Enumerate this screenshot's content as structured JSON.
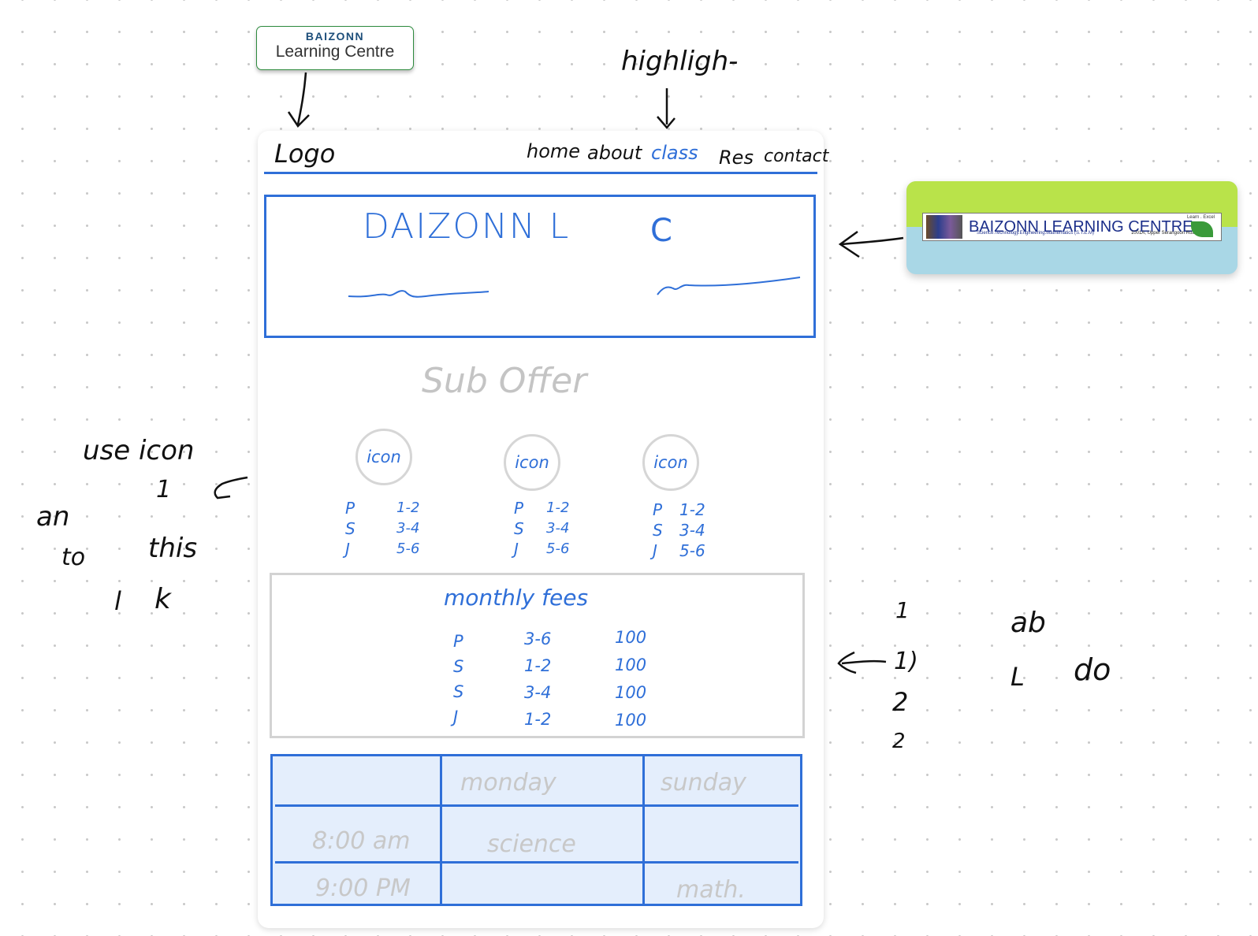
{
  "logo_card": {
    "brand": "BAIZONN",
    "subtitle": "Learning Centre"
  },
  "annotations": {
    "top_note": "highligh-",
    "logo_label": "Logo",
    "left_note": [
      "use icon",
      "an",
      "1",
      "to",
      "this",
      "l",
      "k"
    ],
    "right_note_numbers": [
      "1",
      "1)",
      "2",
      "2"
    ],
    "right_note_words": [
      "ab",
      "L",
      "do"
    ]
  },
  "nav": {
    "items": [
      "home",
      "about",
      "class",
      "Res",
      "contact"
    ],
    "highlighted": "class",
    "highlight_color": "#2f6fd8"
  },
  "hero": {
    "title": "DAIZONN L",
    "title_c": "C"
  },
  "banner_card": {
    "text": "BAIZONN LEARNING CENTRE",
    "small": "Science.Technology.Engineering.Mathematics (S.T.E.M)",
    "address": "1001A, Upper Serangoon Road",
    "tag": "Learn . Excel"
  },
  "sub_offer": {
    "title": "Sub Offer",
    "items": [
      {
        "icon_label": "icon",
        "rows": [
          [
            "P",
            "1-2"
          ],
          [
            "S",
            "3-4"
          ],
          [
            "J",
            "5-6"
          ]
        ]
      },
      {
        "icon_label": "icon",
        "rows": [
          [
            "P",
            "1-2"
          ],
          [
            "S",
            "3-4"
          ],
          [
            "J",
            "5-6"
          ]
        ]
      },
      {
        "icon_label": "icon",
        "rows": [
          [
            "P",
            "1-2"
          ],
          [
            "S",
            "3-4"
          ],
          [
            "J",
            "5-6"
          ]
        ]
      }
    ]
  },
  "fees": {
    "title": "monthly fees",
    "rows": [
      [
        "P",
        "3-6",
        "100"
      ],
      [
        "S",
        "1-2",
        "100"
      ],
      [
        "S",
        "3-4",
        "100"
      ],
      [
        "J",
        "1-2",
        "100"
      ]
    ]
  },
  "schedule": {
    "headers": [
      "",
      "monday",
      "sunday"
    ],
    "rows": [
      [
        "8:00 am",
        "science",
        ""
      ],
      [
        "9:00 PM",
        "",
        "math."
      ]
    ]
  },
  "colors": {
    "accent": "#2f6fd8",
    "banner_green": "#b9e34a",
    "banner_blue": "#a9d7e6"
  }
}
